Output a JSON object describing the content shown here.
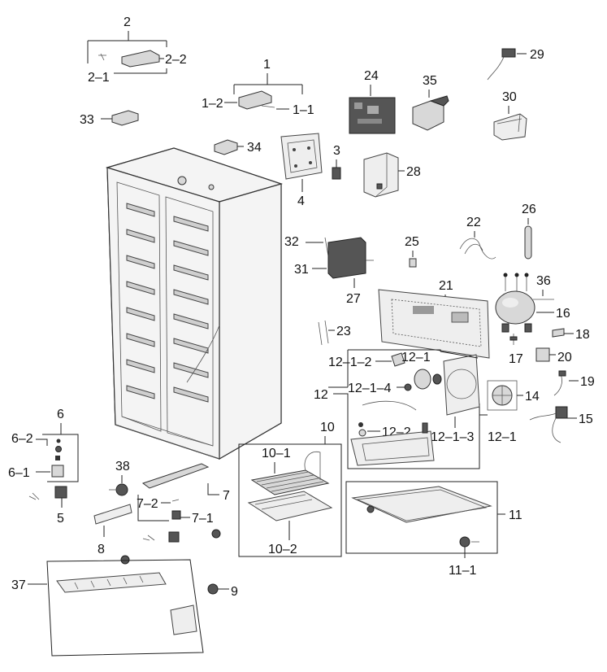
{
  "labels": {
    "p2": "2",
    "p2_2": "2–2",
    "p2_1": "2–1",
    "p1": "1",
    "p1_2": "1–2",
    "p1_1": "1–1",
    "p33": "33",
    "p34": "34",
    "p24": "24",
    "p35": "35",
    "p29": "29",
    "p30": "30",
    "p3": "3",
    "p4": "4",
    "p28": "28",
    "p26": "26",
    "p22": "22",
    "p25": "25",
    "p32": "32",
    "p31": "31",
    "p27": "27",
    "p21": "21",
    "p36": "36",
    "p16": "16",
    "p23": "23",
    "p18": "18",
    "p17": "17",
    "p20": "20",
    "p12_1_2": "12–1–2",
    "p12_1": "12–1",
    "p12_1_4": "12–1–4",
    "p12": "12",
    "p14": "14",
    "p19": "19",
    "p15": "15",
    "p12_2": "12–2",
    "p12_1_3": "12–1–3",
    "p12_1b": "12–1",
    "p6": "6",
    "p6_2": "6–2",
    "p6_1": "6–1",
    "p5": "5",
    "p38": "38",
    "p7": "7",
    "p7_2": "7–2",
    "p7_1": "7–1",
    "p8": "8",
    "p10": "10",
    "p10_1": "10–1",
    "p10_2": "10–2",
    "p11": "11",
    "p11_1": "11–1",
    "p37": "37",
    "p9": "9"
  }
}
